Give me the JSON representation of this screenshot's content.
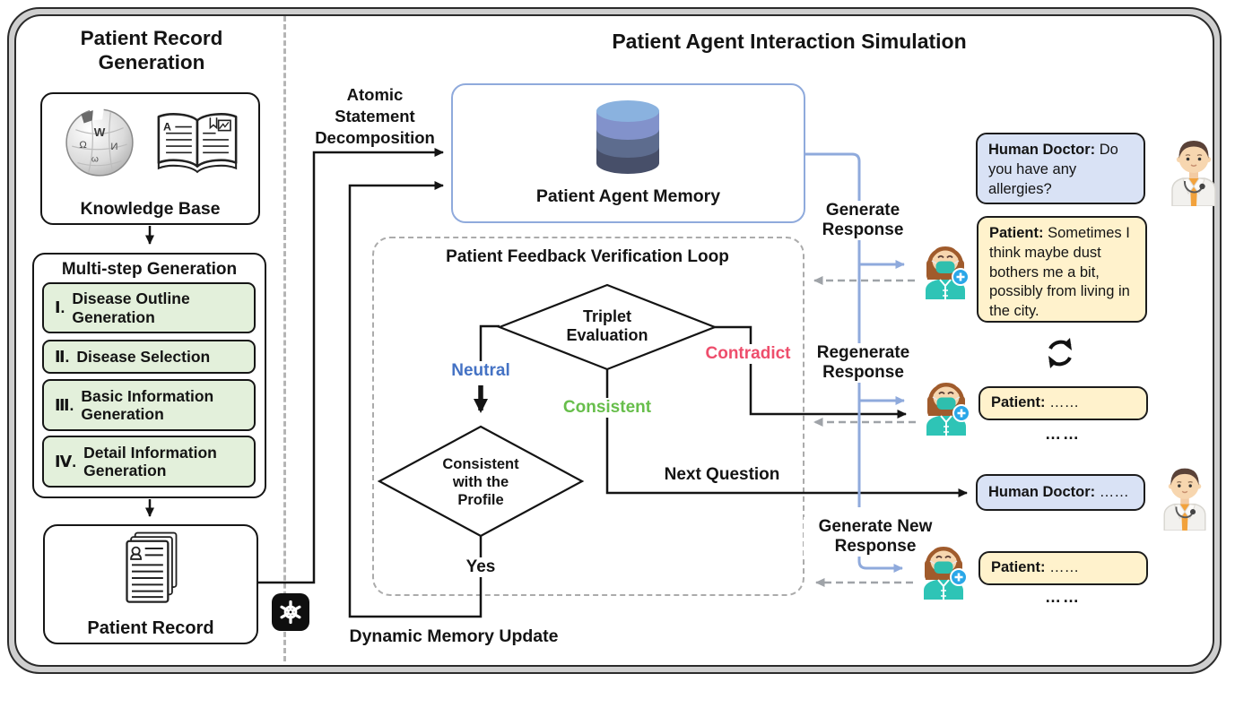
{
  "left": {
    "title": "Patient Record Generation",
    "kb_label": "Knowledge Base",
    "ms_title": "Multi-step Generation",
    "steps": [
      {
        "num": "Ⅰ.",
        "label": "Disease Outline Generation"
      },
      {
        "num": "Ⅱ.",
        "label": "Disease Selection"
      },
      {
        "num": "Ⅲ.",
        "label": "Basic Information Generation"
      },
      {
        "num": "Ⅳ.",
        "label": "Detail Information Generation"
      }
    ],
    "pr_label": "Patient Record"
  },
  "right": {
    "title": "Patient Agent Interaction Simulation",
    "atomic": "Atomic Statement Decomposition",
    "memory_label": "Patient Agent Memory",
    "loop_title": "Patient Feedback Verification Loop",
    "triplet": "Triplet Evaluation",
    "profile_check": "Consistent with the Profile",
    "neutral": "Neutral",
    "consistent": "Consistent",
    "contradict": "Contradict",
    "yes": "Yes",
    "next_question": "Next Question",
    "generate": "Generate Response",
    "regenerate": "Regenerate Response",
    "generate_new": "Generate New Response",
    "dynamic": "Dynamic Memory Update"
  },
  "convo": [
    {
      "speaker": "Human Doctor:",
      "text": "Do you have any allergies?"
    },
    {
      "speaker": "Patient:",
      "text": "Sometimes I think maybe dust bothers me a bit, possibly from living in the city."
    },
    {
      "speaker": "Patient:",
      "text": "……"
    },
    {
      "speaker": "Human Doctor:",
      "text": "……"
    },
    {
      "speaker": "Patient:",
      "text": "……"
    }
  ],
  "ellipsis": "……",
  "icons": {
    "knowledge": [
      "wikipedia-globe-icon",
      "open-book-icon"
    ],
    "record": "patient-record-stack-icon",
    "memory": "database-cylinder-icon",
    "llm": "openai-logo-icon",
    "refresh": "refresh-arrows-icon",
    "doctor": "doctor-avatar",
    "patient": "patient-avatar"
  },
  "colors": {
    "neutral_blue": "#4472C4",
    "consistent_green": "#67BE4B",
    "contradict_red": "#EE4E6C",
    "memory_border_blue": "#8FAADC",
    "doctor_bubble": "#D9E2F5",
    "patient_bubble": "#FFF2CC",
    "step_green": "#E3F0DB",
    "dashed_gray": "#ABABAB"
  }
}
